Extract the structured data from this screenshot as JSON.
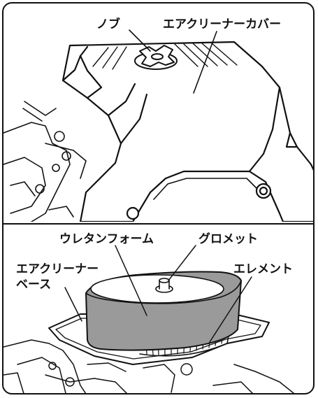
{
  "figure": {
    "top_panel": {
      "labels": {
        "knob": "ノブ",
        "cover": "エアクリーナーカバー"
      }
    },
    "bottom_panel": {
      "labels": {
        "foam": "ウレタンフォーム",
        "grommet": "グロメット",
        "base_line1": "エアクリーナー",
        "base_line2": "ベース",
        "element": "エレメント"
      }
    }
  }
}
